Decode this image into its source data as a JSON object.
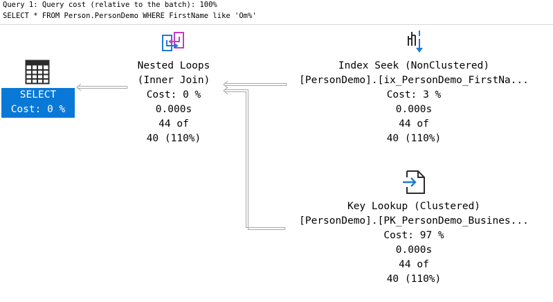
{
  "header": {
    "line1": "Query 1: Query cost (relative to the batch): 100%",
    "line2": "SELECT * FROM Person.PersonDemo WHERE FirstName like 'Om%'"
  },
  "colors": {
    "select_highlight": "#0a78d7",
    "arrow": "#a6a6a6",
    "icon_blue": "#1e7ad1",
    "icon_magenta": "#c23cc3"
  },
  "nodes": {
    "select": {
      "icon": "table-grid-icon",
      "name": "SELECT",
      "cost": "Cost: 0 %"
    },
    "nested_loops": {
      "icon": "nested-loops-icon",
      "name": "Nested Loops",
      "subtitle": "(Inner Join)",
      "cost": "Cost: 0 %",
      "time": "0.000s",
      "rows": "44 of",
      "estimate": "40 (110%)"
    },
    "index_seek": {
      "icon": "index-seek-icon",
      "name": "Index Seek (NonClustered)",
      "object": "[PersonDemo].[ix_PersonDemo_FirstNa...",
      "cost": "Cost: 3 %",
      "time": "0.000s",
      "rows": "44 of",
      "estimate": "40 (110%)"
    },
    "key_lookup": {
      "icon": "key-lookup-icon",
      "name": "Key Lookup (Clustered)",
      "object": "[PersonDemo].[PK_PersonDemo_Busines...",
      "cost": "Cost: 97 %",
      "time": "0.000s",
      "rows": "44 of",
      "estimate": "40 (110%)"
    }
  }
}
